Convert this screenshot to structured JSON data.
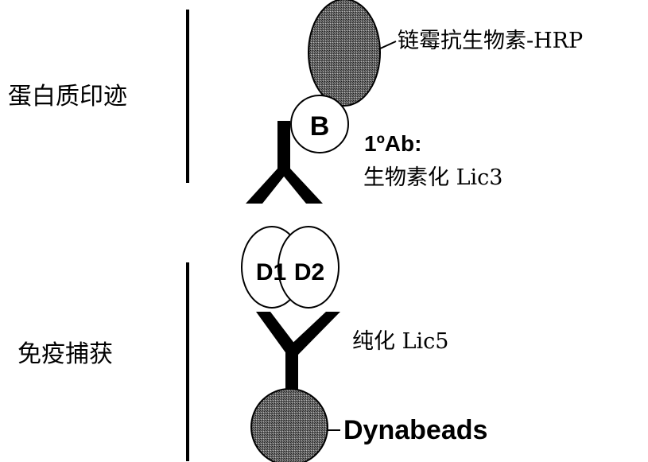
{
  "sections": {
    "western_blot": "蛋白质印迹",
    "immunocapture": "免疫捕获"
  },
  "labels": {
    "streptavidin_hrp": "链霉抗生物素-HRP",
    "biotin": "B",
    "primary_ab_line1": "1ºAb:",
    "primary_ab_line2": "生物素化 Lic3",
    "domain1": "D1",
    "domain2": "D2",
    "purified_lic5": "纯化 Lic5",
    "dynabeads": "Dynabeads"
  },
  "colors": {
    "stroke": "#000000",
    "fill_white": "#ffffff",
    "fill_dark_hatch": "#555555"
  }
}
